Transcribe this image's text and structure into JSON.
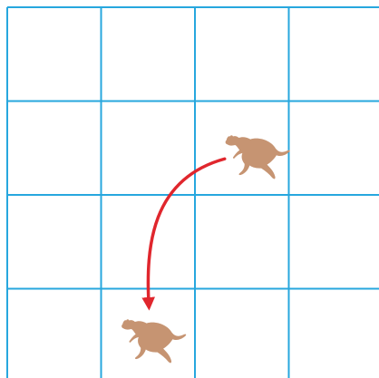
{
  "grid": {
    "rows": 4,
    "columns": 4,
    "line_color": "#27a7de",
    "background_color": "#ffffff"
  },
  "kangaroos": [
    {
      "icon": "kangaroo-icon",
      "role": "start",
      "row": 2,
      "column": 3,
      "facing": "left",
      "color": "#c69472"
    },
    {
      "icon": "kangaroo-icon",
      "role": "end",
      "row": 4,
      "column": 2,
      "facing": "left",
      "color": "#c69472"
    }
  ],
  "jump_arrow": {
    "icon": "curved-arrow-icon",
    "from": {
      "row": 2,
      "column": 3
    },
    "to": {
      "row": 4,
      "column": 2
    },
    "color": "#e0262d"
  }
}
